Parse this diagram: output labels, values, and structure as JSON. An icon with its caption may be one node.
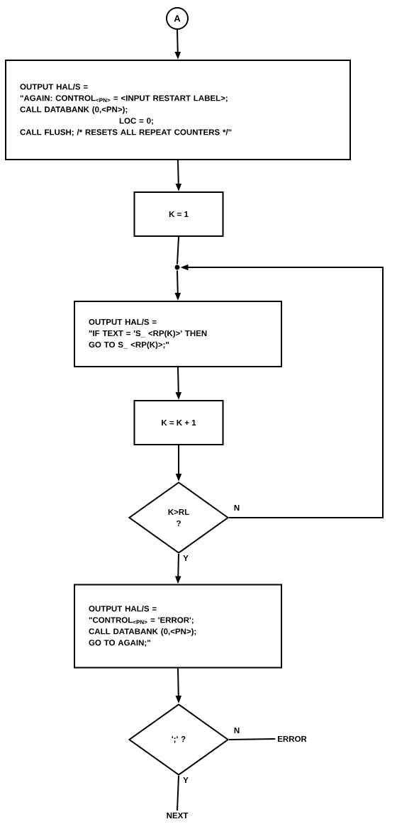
{
  "diagram": {
    "nodes": [
      {
        "text": [
          "A"
        ]
      },
      {
        "text": [
          "OUTPUT HAL/S =",
          "\"AGAIN: CONTROL$_{<PN>}$ = <INPUT RESTART LABEL>;",
          "CALL DATABANK (0,<PN>);",
          "LOC = 0;",
          "CALL FLUSH; /* RESETS ALL REPEAT COUNTERS */\""
        ]
      },
      {
        "text": [
          "K = 1"
        ]
      },
      {
        "text": [],
        "shape": "circle"
      },
      {
        "text": [
          "OUTPUT HAL/S =",
          "\"IF TEXT = 'S_ <RP(K)>' THEN",
          "GO TO S_ <RP(K)>;\""
        ]
      },
      {
        "text": [
          "K = K + 1"
        ]
      },
      {
        "text": [
          "K>RL ?"
        ]
      },
      {
        "text": [
          "OUTPUT HAL/S =",
          "\"CONTROL$_{<PN>}$ = 'ERROR';",
          "CALL DATABANK (0,<PN>);",
          "GO TO AGAIN;\""
        ]
      },
      {
        "text": [
          "';' ?"
        ]
      },
      {
        "text": [
          "ERROR"
        ]
      },
      {
        "text": [
          "NEXT"
        ]
      }
    ],
    "edges": [
      {
        "from": 0,
        "to": 1,
        "arrow": "to"
      },
      {
        "from": 1,
        "to": 2,
        "arrow": "to"
      },
      {
        "from": 2,
        "to": 3,
        "arrow": "none"
      },
      {
        "from": 3,
        "to": 4,
        "arrow": "to"
      },
      {
        "from": 4,
        "to": 5,
        "arrow": "to"
      },
      {
        "from": 5,
        "to": 6,
        "arrow": "to"
      },
      {
        "from": 6,
        "to": 3,
        "arrow": "to",
        "label": "N"
      },
      {
        "from": 6,
        "to": 7,
        "arrow": "to",
        "label": "Y"
      },
      {
        "from": 7,
        "to": 8,
        "arrow": "to"
      },
      {
        "from": 8,
        "to": 9,
        "arrow": "none",
        "label": "N"
      },
      {
        "from": 8,
        "to": 10,
        "arrow": "none",
        "label": "Y"
      }
    ]
  }
}
